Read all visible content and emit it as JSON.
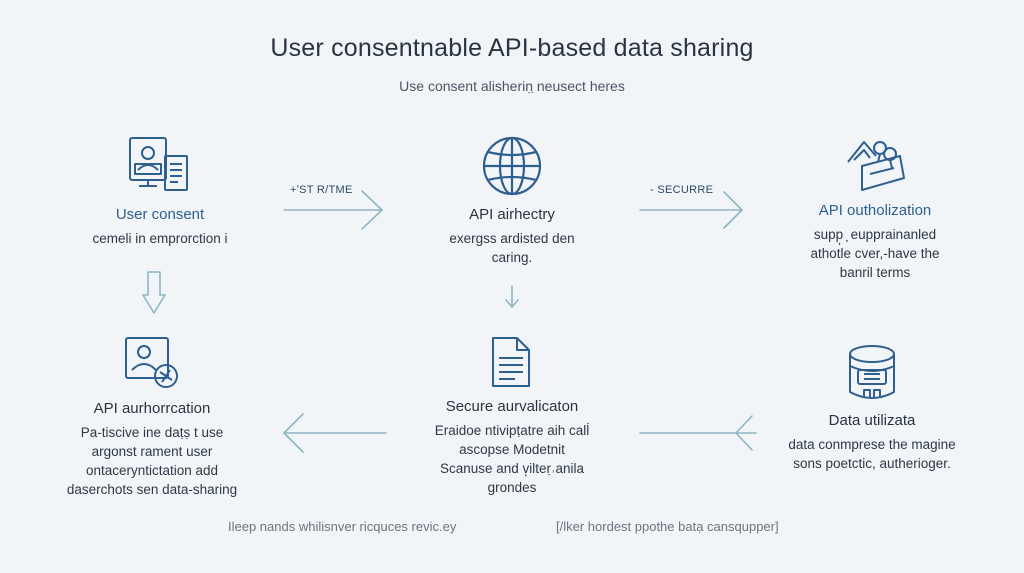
{
  "title": "User consentnable API-based data sharing",
  "subtitle": "Use consent alisheriṇ ̣neusect heres",
  "nodes": {
    "user_consent": {
      "icon": "user-profile-document-icon",
      "heading": "User consent",
      "lines": [
        "cemeli in  emprorction i"
      ]
    },
    "api_authority": {
      "icon": "globe-icon",
      "heading": "API airhectry",
      "lines": [
        "exergss ardisted den",
        "caring."
      ]
    },
    "api_outholization": {
      "icon": "shield-key-icon",
      "heading": "API outholization",
      "lines": [
        "supp̦ ̦ eupprainanled",
        "athotle cver,-have the",
        "banril terms"
      ]
    },
    "api_authorcation": {
      "icon": "user-card-icon",
      "heading": "API aurhorrcation",
      "lines": [
        "Pa-tiscive ine daṭṣ t use",
        "argonst rament user",
        "ontaceryntictation add",
        "daserchots sen data-sharing"
      ]
    },
    "secure_aurvalicaton": {
      "icon": "document-icon",
      "heading": "Secure aurvalicaton",
      "lines": [
        "Eraidoe ntivipṭatre aih call̇",
        "ascopse Modetnit",
        "Scanuse and v̦ilteṛ˒anila",
        "grondes"
      ]
    },
    "data_utilizata": {
      "icon": "database-icon",
      "heading": "Data utilizata",
      "lines": [
        "data conmprese the magine",
        "sons poetctic, autherioger."
      ]
    }
  },
  "arrows": {
    "top_left_label": "+ʹST R/TME",
    "top_right_label": "- SECURRE"
  },
  "footer": {
    "left": "Ileep nands whilisnver ricquces revic.ey",
    "right": "[/lker hordest ppothe batạ cansqupper]"
  },
  "colors": {
    "icon_blue": "#2f5f8f",
    "arrow": "#8fb5c4",
    "background": "#f1f5f8"
  }
}
